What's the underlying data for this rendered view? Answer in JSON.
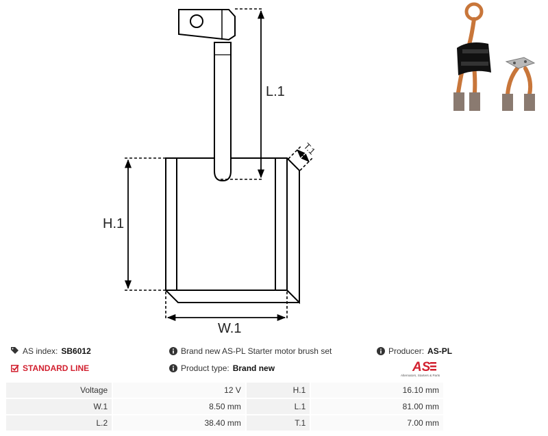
{
  "drawing": {
    "labels": {
      "l1": "L.1",
      "h1": "H.1",
      "w1": "W.1",
      "t1": "T.1"
    }
  },
  "info": {
    "index_label": "AS index:",
    "index_value": "SB6012",
    "description": "Brand new AS-PL Starter motor brush set",
    "producer_label": "Producer:",
    "producer_value": "AS-PL",
    "line_label": "STANDARD LINE",
    "type_label": "Product type:",
    "type_value": "Brand new",
    "logo_text": "AS",
    "logo_sub": "Alternators, Starters & Parts"
  },
  "colors": {
    "accent": "#d2202f",
    "copper": "#c8763a"
  },
  "specs": [
    {
      "label": "Voltage",
      "value": "12 V",
      "label2": "H.1",
      "value2": "16.10 mm"
    },
    {
      "label": "W.1",
      "value": "8.50 mm",
      "label2": "L.1",
      "value2": "81.00 mm"
    },
    {
      "label": "L.2",
      "value": "38.40 mm",
      "label2": "T.1",
      "value2": "7.00 mm"
    }
  ]
}
